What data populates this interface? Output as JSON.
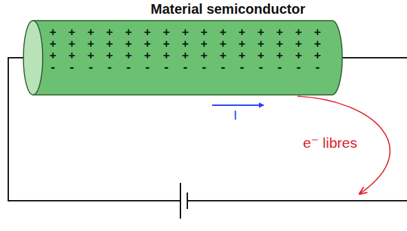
{
  "diagram": {
    "title": "Material semiconductor",
    "nodes": [
      {
        "text": [
          "+ + + + + + + + + + + + + + +",
          "+ + + + + + + + + + + + + + +",
          "+ + + + + + + + + + + + + + +",
          "- - - - - - - - - - - - - - -"
        ]
      }
    ],
    "labels": [
      "I",
      "e⁻ libres"
    ]
  }
}
